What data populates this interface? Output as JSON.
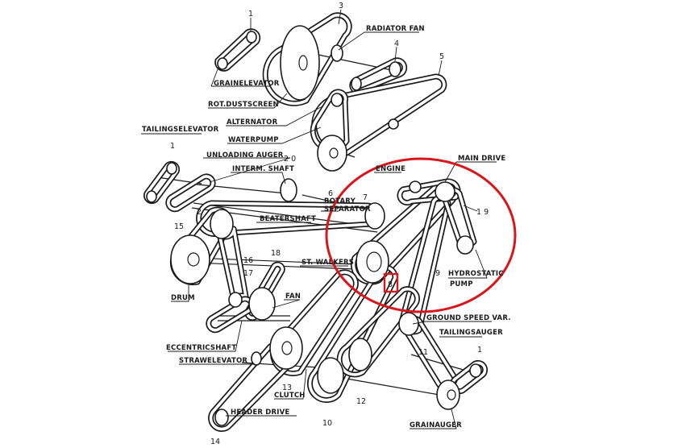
{
  "labels": {
    "radiator_fan": "RADIATOR FAN",
    "grain_elevator": "GRAINELEVATOR",
    "rot_dustscreen": "ROT.DUSTSCREEN",
    "alternator": "ALTERNATOR",
    "waterpump": "WATERPUMP",
    "tailings_elevator": "TAILINGSELEVATOR",
    "unloading_auger": "UNLOADING AUGER",
    "interm_shaft": "INTERM. SHAFT",
    "engine": "ENGINE",
    "main_drive": "MAIN DRIVE",
    "rotary_separator_1": "ROTARY",
    "rotary_separator_2": "SEPARATOR",
    "beatershaft": "BEATERSHAFT",
    "st_walkers": "ST. WALKERS",
    "hydrostatic_1": "HYDROSTATIC",
    "hydrostatic_2": "PUMP",
    "drum": "DRUM",
    "fan": "FAN",
    "ground_speed_var": "GROUND SPEED VAR.",
    "tailings_auger": "TAILINGSAUGER",
    "eccentric_shaft": "ECCENTRICSHAFT",
    "straw_elevator": "STRAWELEVATOR",
    "clutch": "CLUTCH",
    "header_drive": "HEADER DRIVE",
    "grain_auger": "GRAINAUGER"
  },
  "numbers": {
    "n1_top": "1",
    "n3": "3",
    "n4": "4",
    "n5": "5",
    "n1_left": "1",
    "n20": "2 0",
    "n6": "6",
    "n7": "7",
    "n2": "2",
    "n19": "1 9",
    "n15": "15",
    "n16": "16",
    "n18": "18",
    "n17": "17",
    "n8": "8",
    "n9": "9",
    "n11": "11",
    "n1_right": "1",
    "n13": "13",
    "n12": "12",
    "n10": "10",
    "n14": "14"
  },
  "highlight": {
    "circle_color": "#d9161c",
    "box_color": "#d9161c",
    "boxed_number": "8"
  }
}
